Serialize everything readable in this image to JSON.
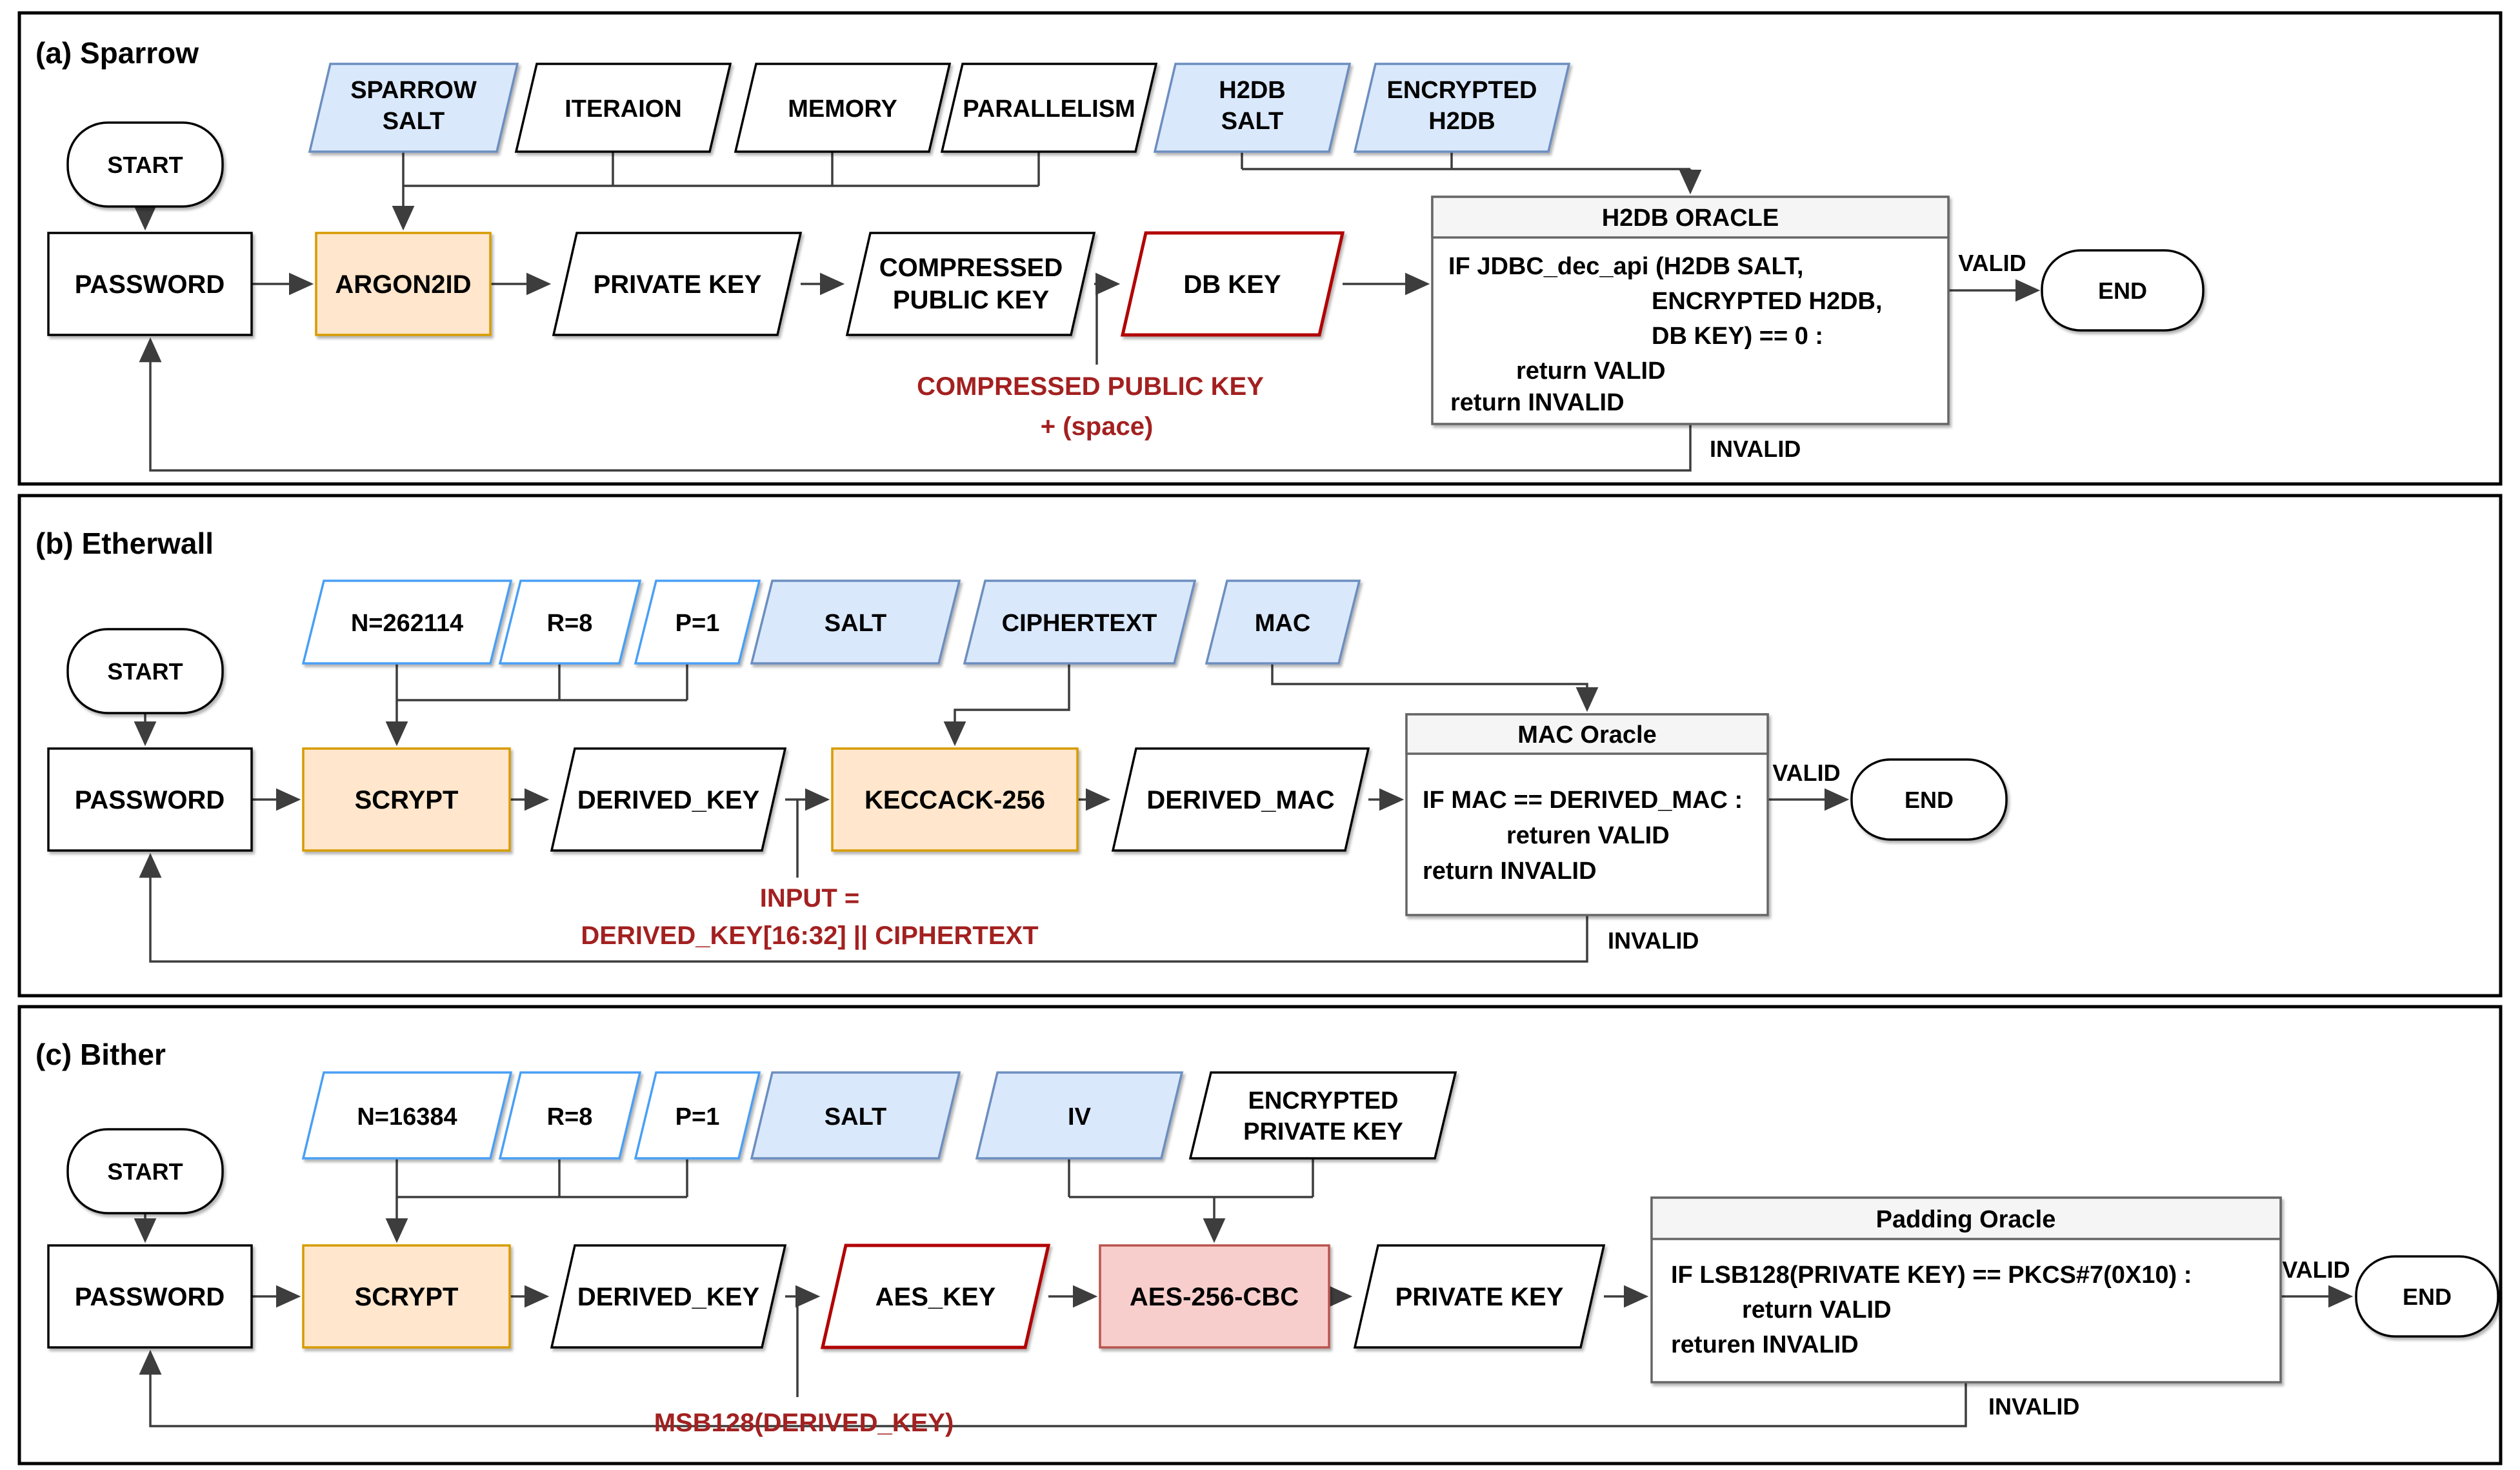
{
  "figure": {
    "type": "flowchart",
    "description": "Password verification oracle flows for three wallets"
  },
  "colors": {
    "input_blue_fill": "#dae8fc",
    "input_blue_border": "#6c8ebf",
    "param_blue_border": "#4a9ff5",
    "process_orange_fill": "#ffe6cc",
    "process_orange_border": "#d79b00",
    "cipher_pink_fill": "#f8cecc",
    "cipher_pink_border": "#b85450",
    "highlight_red_border": "#b20000",
    "annotation_red": "#a32020",
    "oracle_header_fill": "#f5f5f5",
    "oracle_border": "#666666"
  },
  "panels": [
    {
      "title": "(a) Sparrow",
      "start_label": "START",
      "password_label": "PASSWORD",
      "kdf_label": "ARGON2ID",
      "inputs": [
        {
          "lines": [
            "SPARROW",
            "SALT"
          ]
        },
        {
          "lines": [
            "ITERAION"
          ]
        },
        {
          "lines": [
            "MEMORY"
          ]
        },
        {
          "lines": [
            "PARALLELISM"
          ]
        },
        {
          "lines": [
            "H2DB",
            "SALT"
          ]
        },
        {
          "lines": [
            "ENCRYPTED",
            "H2DB"
          ]
        }
      ],
      "flow1_lines": [
        "PRIVATE KEY"
      ],
      "flow2_lines": [
        "COMPRESSED",
        "PUBLIC KEY"
      ],
      "flow3_lines": [
        "DB KEY"
      ],
      "oracle_title": "H2DB ORACLE",
      "oracle_code": [
        "IF JDBC_dec_api (H2DB SALT,",
        "ENCRYPTED H2DB,",
        "DB KEY) == 0 :",
        "return VALID",
        "return INVALID"
      ],
      "annotation": [
        "COMPRESSED PUBLIC KEY",
        "+  (space)"
      ],
      "valid_label": "VALID",
      "invalid_label": "INVALID",
      "end_label": "END"
    },
    {
      "title": "(b) Etherwall",
      "start_label": "START",
      "password_label": "PASSWORD",
      "kdf_label": "SCRYPT",
      "hash_label": "KECCACK-256",
      "inputs": [
        {
          "lines": [
            "N=262114"
          ]
        },
        {
          "lines": [
            "R=8"
          ]
        },
        {
          "lines": [
            "P=1"
          ]
        },
        {
          "lines": [
            "SALT"
          ]
        },
        {
          "lines": [
            "CIPHERTEXT"
          ]
        },
        {
          "lines": [
            "MAC"
          ]
        }
      ],
      "flow1_lines": [
        "DERIVED_KEY"
      ],
      "flow2_lines": [
        "DERIVED_MAC"
      ],
      "oracle_title": "MAC Oracle",
      "oracle_code": [
        "IF MAC == DERIVED_MAC :",
        "returen VALID",
        "return INVALID"
      ],
      "annotation": [
        "INPUT =",
        "DERIVED_KEY[16:32] ||  CIPHERTEXT"
      ],
      "valid_label": "VALID",
      "invalid_label": "INVALID",
      "end_label": "END"
    },
    {
      "title": "(c) Bither",
      "start_label": "START",
      "password_label": "PASSWORD",
      "kdf_label": "SCRYPT",
      "cipher_label": "AES-256-CBC",
      "inputs": [
        {
          "lines": [
            "N=16384"
          ]
        },
        {
          "lines": [
            "R=8"
          ]
        },
        {
          "lines": [
            "P=1"
          ]
        },
        {
          "lines": [
            "SALT"
          ]
        },
        {
          "lines": [
            "IV"
          ]
        },
        {
          "lines": [
            "ENCRYPTED",
            "PRIVATE KEY"
          ]
        }
      ],
      "flow1_lines": [
        "DERIVED_KEY"
      ],
      "flow2_lines": [
        "AES_KEY"
      ],
      "flow3_lines": [
        "PRIVATE KEY"
      ],
      "oracle_title": "Padding Oracle",
      "oracle_code": [
        "IF LSB128(PRIVATE KEY) == PKCS#7(0X10) :",
        "return VALID",
        "returen INVALID"
      ],
      "annotation": [
        "MSB128(DERIVED_KEY)"
      ],
      "valid_label": "VALID",
      "invalid_label": "INVALID",
      "end_label": "END"
    }
  ]
}
